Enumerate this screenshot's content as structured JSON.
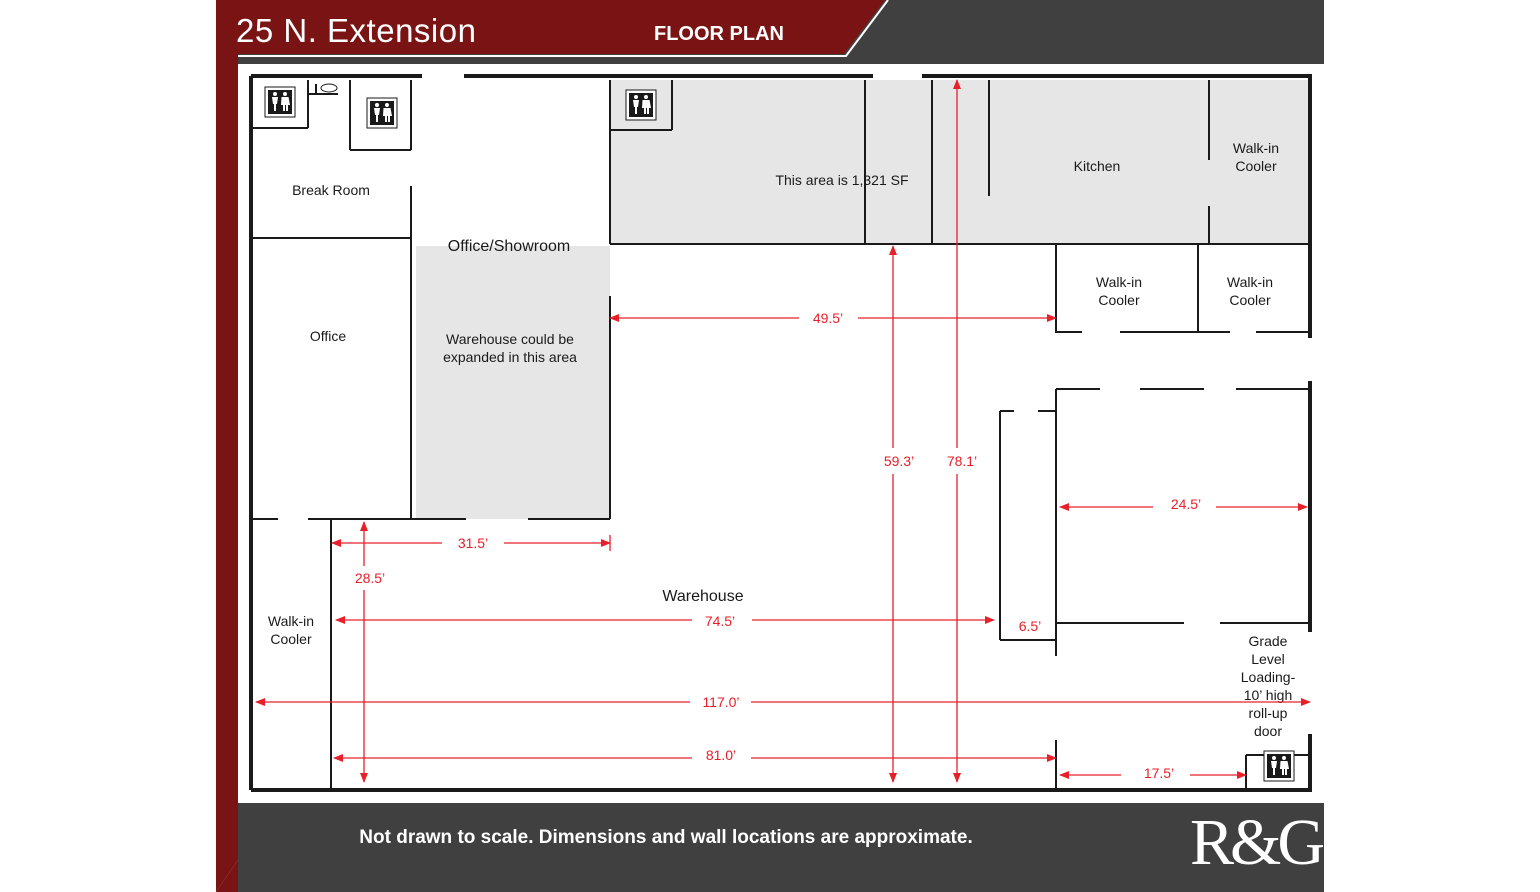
{
  "header": {
    "title": "25 N. Extension",
    "subtitle": "FLOOR PLAN"
  },
  "colors": {
    "brand_red": "#7a1414",
    "dark_gray": "#404040",
    "dimension_red": "#e8202a",
    "shaded_area": "#e6e6e6",
    "wall": "#1a1a1a"
  },
  "rooms": {
    "break_room": "Break Room",
    "office": "Office",
    "office_showroom": "Office/Showroom",
    "expansion_line1": "Warehouse could be",
    "expansion_line2": "expanded in this area",
    "area_note": "This area is 1,321 SF",
    "kitchen": "Kitchen",
    "walkin_line1": "Walk-in",
    "walkin_line2": "Cooler",
    "warehouse": "Warehouse",
    "loading_lines": [
      "Grade",
      "Level",
      "Loading-",
      "10’ high",
      "roll-up",
      "door"
    ]
  },
  "dimensions": {
    "d495": "49.5’",
    "d593": "59.3’",
    "d781": "78.1’",
    "d245": "24.5’",
    "d315": "31.5’",
    "d285": "28.5’",
    "d745": "74.5’",
    "d65": "6.5’",
    "d1170": "117.0’",
    "d810": "81.0’",
    "d175": "17.5’"
  },
  "icons": [
    "restroom-icon"
  ],
  "footer": {
    "note": "Not drawn to scale. Dimensions and wall locations are approximate.",
    "logo": "R&G"
  }
}
